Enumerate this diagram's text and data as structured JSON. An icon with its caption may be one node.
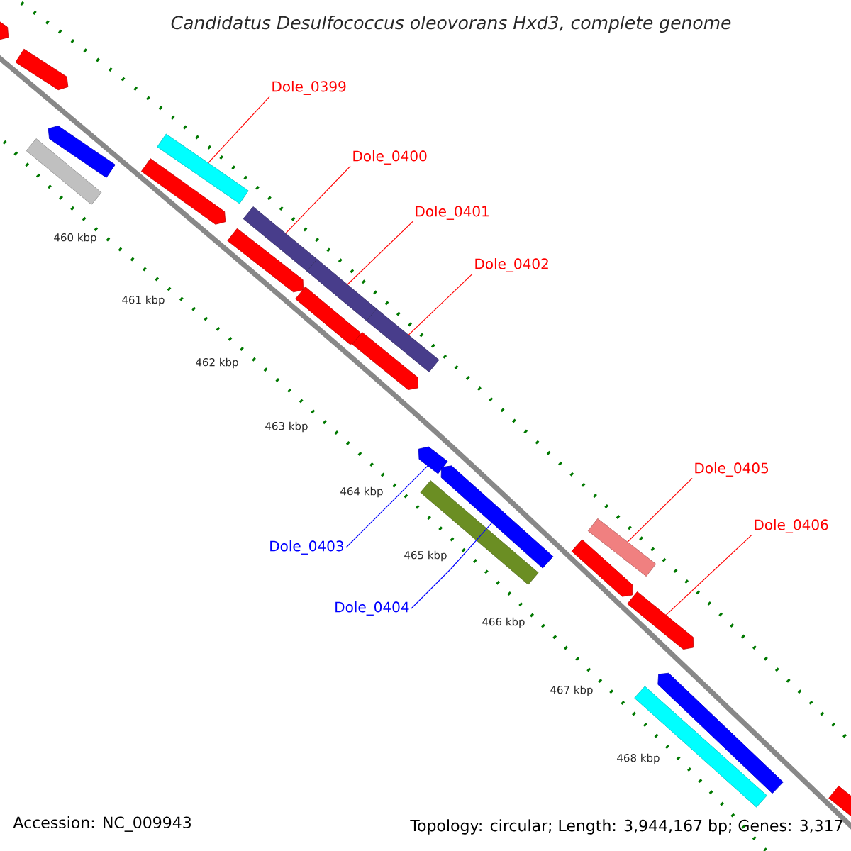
{
  "diagram": {
    "title": "Candidatus Desulfococcus oleovorans Hxd3, complete genome",
    "nodes": [
      {
        "text": [
          "Dole_0399"
        ]
      },
      {
        "text": [],
        "shape": "bar"
      },
      {
        "text": [
          "Dole_0400"
        ]
      },
      {
        "text": [],
        "shape": "bar"
      },
      {
        "text": [
          "Dole_0401"
        ]
      },
      {
        "text": [],
        "shape": "bar"
      },
      {
        "text": [
          "Dole_0402"
        ]
      },
      {
        "text": [],
        "shape": "bar"
      },
      {
        "text": [
          "Dole_0403"
        ]
      },
      {
        "text": [],
        "shape": "arrow"
      },
      {
        "text": [
          "Dole_0404"
        ]
      },
      {
        "text": [],
        "shape": "arrow"
      },
      {
        "text": [
          "Dole_0405"
        ]
      },
      {
        "text": [],
        "shape": "bar"
      },
      {
        "text": [
          "Dole_0406"
        ]
      },
      {
        "text": [],
        "shape": "arrow"
      },
      {
        "text": [],
        "shape": "arrow"
      },
      {
        "text": [],
        "shape": "arrow"
      },
      {
        "text": [],
        "shape": "arrow"
      },
      {
        "text": [],
        "shape": "bar"
      },
      {
        "text": [],
        "shape": "arrow"
      },
      {
        "text": [],
        "shape": "arrow"
      },
      {
        "text": [],
        "shape": "arrow"
      },
      {
        "text": [],
        "shape": "arrow"
      },
      {
        "text": [],
        "shape": "bar"
      },
      {
        "text": [],
        "shape": "arrow"
      },
      {
        "text": [],
        "shape": "arrow"
      },
      {
        "text": [],
        "shape": "bar"
      },
      {
        "text": [],
        "shape": "arrow"
      }
    ],
    "edges": [
      {
        "from": 0,
        "to": 1,
        "arrow": "none"
      },
      {
        "from": 2,
        "to": 3,
        "arrow": "none"
      },
      {
        "from": 4,
        "to": 5,
        "arrow": "none"
      },
      {
        "from": 6,
        "to": 7,
        "arrow": "none"
      },
      {
        "from": 8,
        "to": 9,
        "arrow": "none",
        "color": "#0000ff"
      },
      {
        "from": 10,
        "to": 11,
        "arrow": "none",
        "color": "#0000ff"
      },
      {
        "from": 12,
        "to": 13,
        "arrow": "none"
      },
      {
        "from": 14,
        "to": 15,
        "arrow": "none"
      }
    ],
    "labels": [
      "460 kbp",
      "461 kbp",
      "462 kbp",
      "463 kbp",
      "464 kbp",
      "465 kbp",
      "466 kbp",
      "467 kbp",
      "468 kbp",
      "Accession: NC_009943",
      "Topology: circular; Length: 3,944,167 bp; Genes: 3,317"
    ]
  }
}
